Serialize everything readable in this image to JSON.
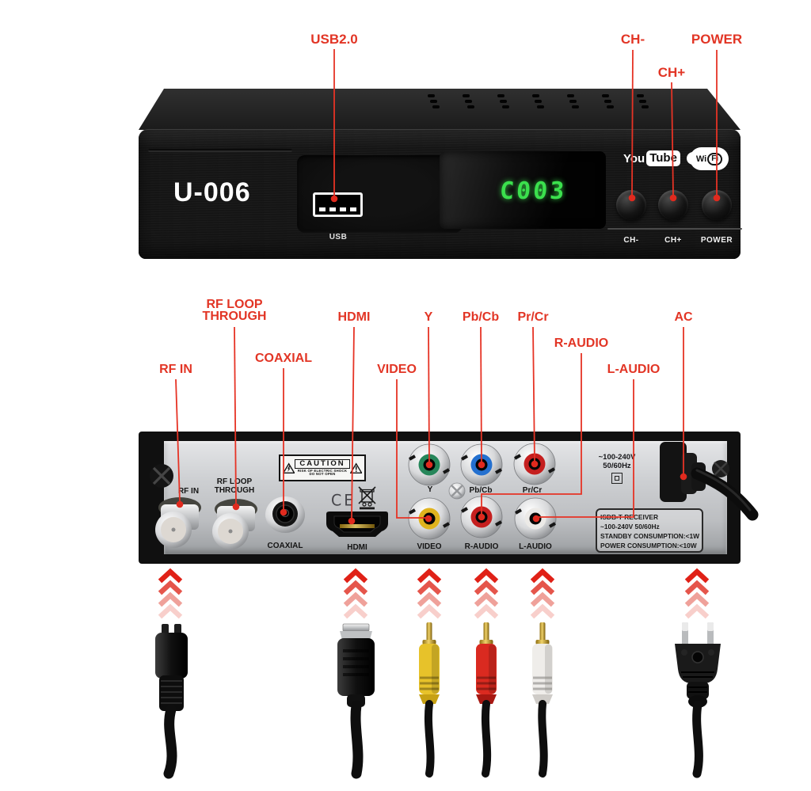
{
  "front": {
    "model": "U-006",
    "display_value": "C003",
    "usb_label": "USB",
    "logo_youtube": {
      "part1": "You",
      "part2": "Tube"
    },
    "logo_wifi": {
      "part1": "Wi",
      "part2": "Fi"
    },
    "buttons": [
      {
        "label": "CH-"
      },
      {
        "label": "CH+"
      },
      {
        "label": "POWER"
      }
    ],
    "callouts": {
      "usb": "USB2.0",
      "ch_minus": "CH-",
      "ch_plus": "CH+",
      "power": "POWER"
    }
  },
  "back": {
    "callouts": {
      "rf_in": "RF IN",
      "rf_loop_line1": "RF LOOP",
      "rf_loop_line2": "THROUGH",
      "coaxial": "COAXIAL",
      "hdmi": "HDMI",
      "video": "VIDEO",
      "y": "Y",
      "pb_cb": "Pb/Cb",
      "pr_cr": "Pr/Cr",
      "r_audio": "R-AUDIO",
      "l_audio": "L-AUDIO",
      "ac": "AC"
    },
    "printed": {
      "rf_in": "RF IN",
      "rf_loop_line1": "RF LOOP",
      "rf_loop_line2": "THROUGH",
      "coaxial": "COAXIAL",
      "hdmi": "HDMI",
      "video": "VIDEO",
      "y": "Y",
      "pb_cb": "Pb/Cb",
      "pr_cr": "Pr/Cr",
      "r_audio": "R-AUDIO",
      "l_audio": "L-AUDIO",
      "ce": "CE"
    },
    "caution": {
      "title": "CAUTION",
      "line1": "RISK OF ELECTRIC SHOCK",
      "line2": "DO NOT OPEN"
    },
    "power_rating": {
      "line1": "~100-240V",
      "line2": "50/60Hz"
    },
    "spec_label": {
      "line1": "ISDB-T RECEIVER",
      "line2": "~100-240V 50/60Hz",
      "line3": "STANDBY CONSUMPTION:<1W",
      "line4": "POWER CONSUMPTION:<10W"
    }
  },
  "icons": {
    "warning_left": "triangle-lightning",
    "warning_right": "triangle-exclamation",
    "weee": "crossed-out-wheelie-bin",
    "double_insulation": "square-in-square",
    "arrows": "up-chevron-stack"
  },
  "colors": {
    "accent_red": "#e23525",
    "display_green": "#3be04d",
    "panel_silver": "#c6c8cb",
    "jack_y": "#26865a",
    "jack_pb": "#2470cf",
    "jack_pr": "#c51f1f",
    "jack_video": "#e0b31e",
    "jack_r_audio": "#c51f1f",
    "jack_l_audio": "#eceae7",
    "cable_yellow": "#e7c22a",
    "cable_red": "#da2a20",
    "cable_white": "#efedea"
  }
}
